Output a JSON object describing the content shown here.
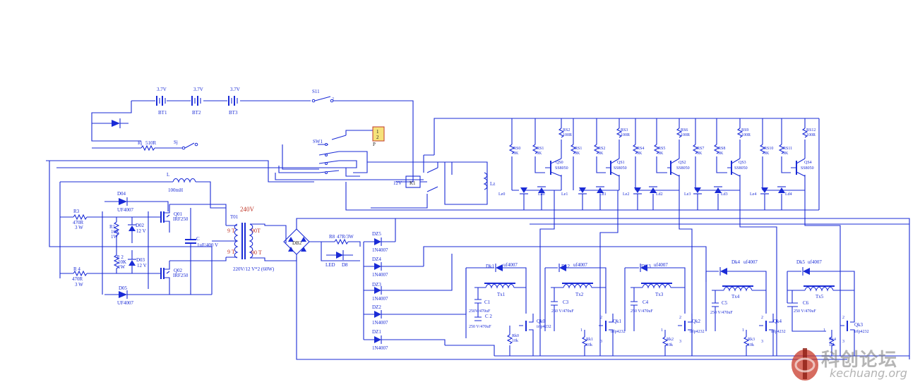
{
  "labels": {
    "bt1": "BT1",
    "bt2": "BT2",
    "bt3": "BT3",
    "bat_v": "3.7V",
    "s11": "S11",
    "s11_pin": "2",
    "sw1": "SW1",
    "sj": "Sj",
    "rj": "Rj",
    "rj_val": "510R",
    "conn_1": "1",
    "conn_2": "2",
    "conn_p": "P",
    "k1": "K1",
    "k1_v": "12V",
    "lz": "Lz",
    "l": "L",
    "l_val": "100mH",
    "d04": "D04",
    "d04_val": "UF4007",
    "d05": "D05",
    "d05_val": "UF4007",
    "r3": "R3",
    "r3_val": "470R",
    "r3_w": "3 W",
    "r4": "R 4",
    "r4_val": "470R",
    "r4_w": "3 W",
    "r1": "R1",
    "r1_val": "10K",
    "r1_w": "1W",
    "r2": "R 2",
    "r2_val": "10K",
    "r2_w": "1W",
    "d02": "D02",
    "d02_v": "12 V",
    "d03": "D03",
    "d03_v": "12 V",
    "q01": "Q01",
    "q01_val": "IRF250",
    "q02": "Q02",
    "q02_val": "IRF250",
    "c": "C",
    "c_val": "1uF/400 V",
    "t01": "T01",
    "t01_v": "240V",
    "t_9t_a": "9 T",
    "t_9t_b": "9 T",
    "t_90t_a": "90T",
    "t_90t_b": "90 T",
    "t01_spec": "220V/12 V*2 (60W)",
    "db2": "DB2",
    "r8": "R8",
    "r8_val": "47R/3W",
    "led": "LED",
    "d8": "D8",
    "dz5": "DZ5",
    "dz4": "DZ4",
    "dz3": "DZ3",
    "dz2": "DZ2",
    "dz1": "DZ1",
    "dz_val": "1N4007",
    "leo": "Le0",
    "ld0": "Ld0",
    "le1": "Le1",
    "ld1": "Ld1",
    "le2": "Le2",
    "ld2": "Ld2",
    "le3": "Le3",
    "ld3": "Ld3",
    "le4": "Le4",
    "ld4": "Ld4",
    "rs0": "RS0",
    "rs0_val": "9K",
    "rs1": "RS1",
    "rs1_val": "9K",
    "rs2": "RS2",
    "rs2_val": "100R",
    "rs3a": "RS2",
    "rs3a_val": "9K",
    "rs3": "RS3",
    "rs3_val": "100R",
    "rs4": "RS4",
    "rs4_val": "9K",
    "rs5": "RS5",
    "rs5_val": "9K",
    "rs6": "RS6",
    "rs6_val": "100R",
    "rs7": "RS7",
    "rs7_val": "9K",
    "rs8": "RS8",
    "rs8_val": "9K",
    "rs9": "RS9",
    "rs9_val": "100R",
    "rs10": "RS10",
    "rs10_val": "9K",
    "rs11": "RS11",
    "rs11_val": "9K",
    "rs12": "RS12",
    "rs12_val": "100R",
    "qs0": "QS0",
    "qs1": "QS1",
    "qs2": "QS2",
    "qs3": "QS3",
    "qs4": "QS4",
    "qs_val": "SS8050",
    "dk1": "Dk1",
    "dk2": "Dk2",
    "dk3": "Dk 3",
    "dk4": "Dk4",
    "dk5": "Dk5",
    "dk_val": "uf4007",
    "tx1": "Tx1",
    "tx2": "Tx2",
    "tx3": "Tx3",
    "tx4": "Tx4",
    "tx5": "Tx5",
    "c1": "C1",
    "c2": "C 2",
    "c3": "C3",
    "c4": "C4",
    "c5": "C5",
    "c6": "C6",
    "c_cap": "250V/470uF",
    "c_cap_b": "250 V/470uF",
    "qk0": "Qk0",
    "qk1": "Qk1",
    "qk2": "Qk2",
    "qk3": "Qk3",
    "qk4": "Qk4",
    "qk_val": "irfp4232",
    "rk0": "Rk0",
    "rk1": "Rk1",
    "rk2": "Rk2",
    "rk3": "Rk3",
    "rk4": "Rk4",
    "rk_val": "10k",
    "pin1": "1",
    "pin2": "2",
    "pin3": "3"
  },
  "watermark": {
    "cn": "科创论坛",
    "url": "kechuang.org"
  },
  "colors": {
    "wire": "#1a2bd6",
    "highlight": "#c0392b",
    "connector": "#f6e27a"
  }
}
